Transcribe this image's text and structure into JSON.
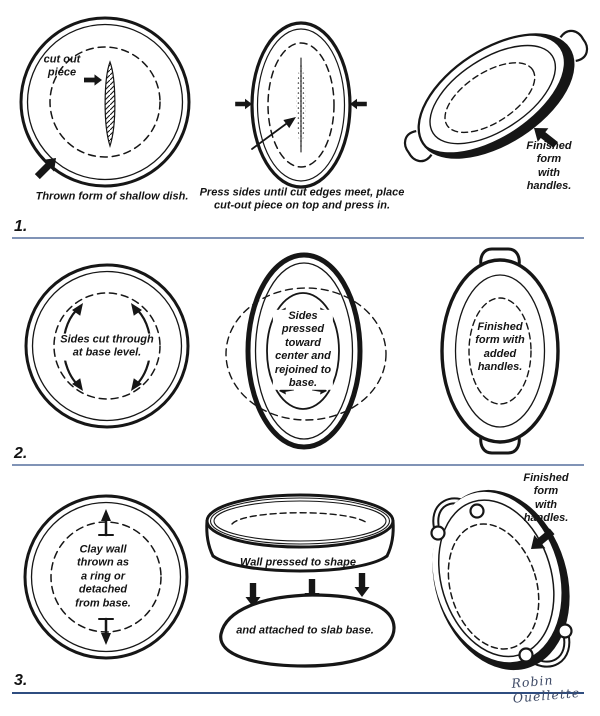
{
  "colors": {
    "ink": "#161616",
    "separator_light": "#8093b6",
    "separator_dark": "#2f4d80",
    "signature": "#3e4a66"
  },
  "signature": "Robin Ouellette",
  "steps": [
    {
      "number": "1.",
      "panel1": {
        "annotation": "cut out\npiece",
        "caption": "Thrown form of shallow dish."
      },
      "panel2": {
        "caption": "Press sides until cut edges meet, place\ncut-out piece on top and press in."
      },
      "panel3": {
        "label": "Finished form\nwith handles."
      }
    },
    {
      "number": "2.",
      "panel1": {
        "label": "Sides cut through\nat base level."
      },
      "panel2": {
        "label": "Sides\npressed\ntoward\ncenter and\nrejoined to\nbase."
      },
      "panel3": {
        "label": "Finished\nform with\nadded\nhandles."
      }
    },
    {
      "number": "3.",
      "panel1": {
        "label": "Clay wall\nthrown as\na ring or\ndetached\nfrom base."
      },
      "panel2": {
        "wall_label": "Wall pressed to shape",
        "base_label": "and attached to slab base."
      },
      "panel3": {
        "label": "Finished form\nwith handles."
      }
    }
  ]
}
